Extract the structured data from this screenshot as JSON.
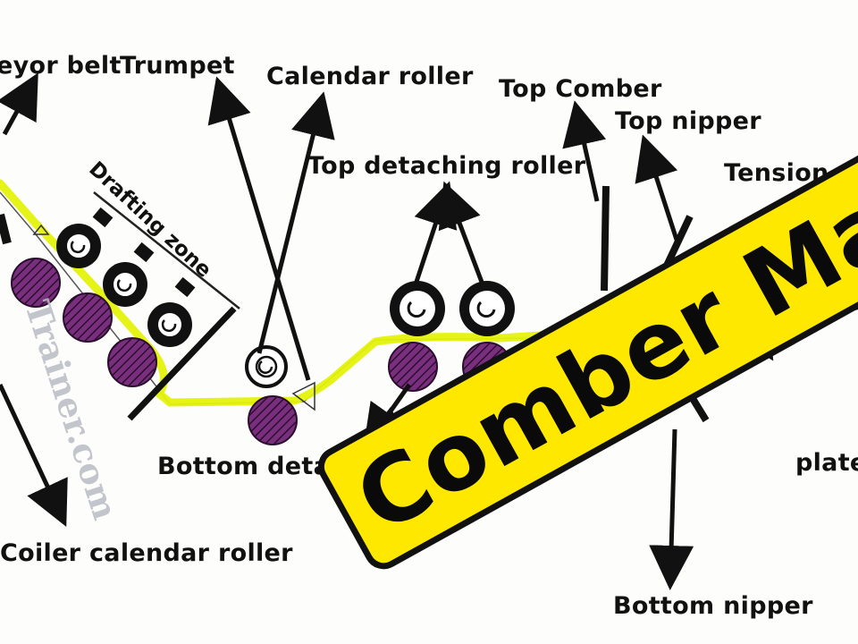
{
  "labels": {
    "conveyor_belt": "eyor belt",
    "trumpet": "Trumpet",
    "calendar_roller": "Calendar roller",
    "top_comber": "Top Comber",
    "top_nipper": "Top nipper",
    "top_detaching_roller": "Top detaching  roller",
    "tension_roller": "Tension ro",
    "drafting_zone": "Drafting zone",
    "bottom_detaching_roller": "Bottom detaching  roller",
    "coiler_calendar_roller": "Coiler calendar roller",
    "bottom_nipper": "Bottom nipper",
    "plate": "plate"
  },
  "watermark": "Trainer.com",
  "banner": {
    "title": "Comber Machine"
  },
  "colors": {
    "sliver_highlight": "#e4f20a",
    "roller_fill": "#7a2f7e",
    "roller_hatch": "#2a0e2d",
    "banner_bg": "#ffe800",
    "ink": "#111111"
  }
}
